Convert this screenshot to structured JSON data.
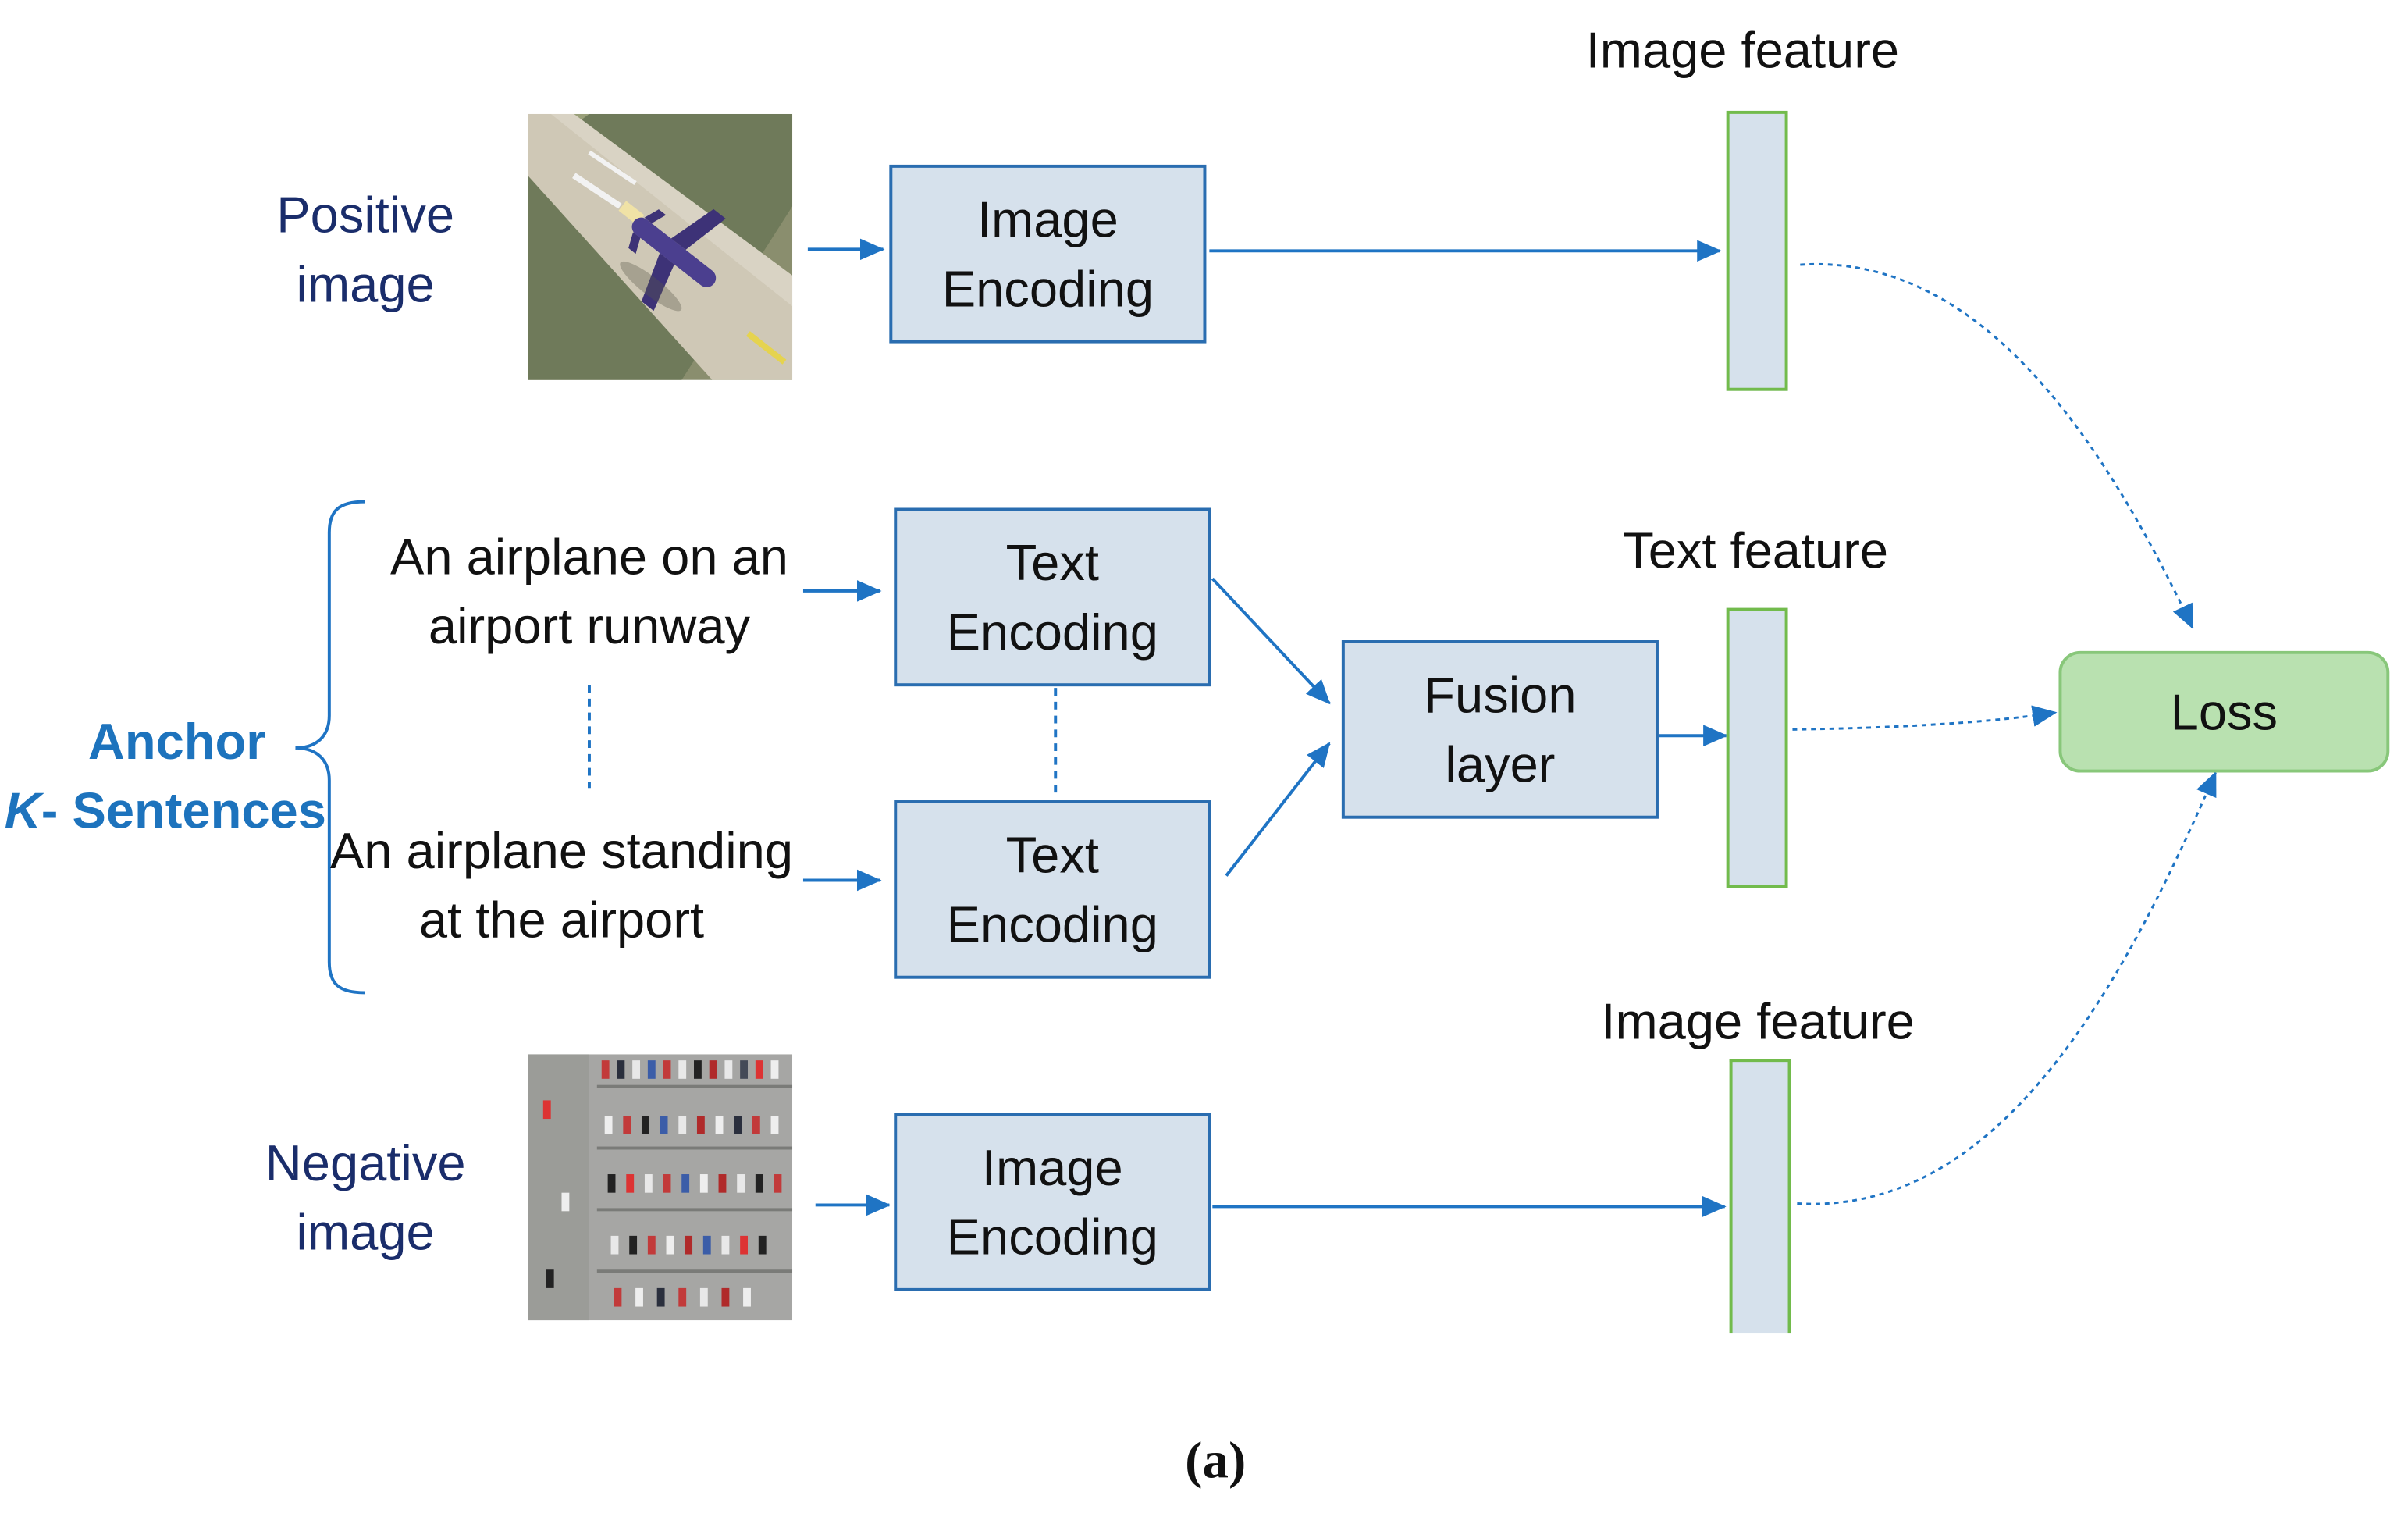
{
  "labels": {
    "positive_image": [
      "Positive",
      "image"
    ],
    "negative_image": [
      "Negative",
      "image"
    ],
    "anchor": "Anchor",
    "k_sentences_k": "K",
    "k_sentences_rest": "- Sentences",
    "sentence_1": [
      "An airplane on an",
      "airport runway"
    ],
    "sentence_2": [
      "An airplane standing",
      "at the airport"
    ],
    "image_feature_top": "Image feature",
    "text_feature": "Text feature",
    "image_feature_bottom": "Image feature",
    "caption": "(a)"
  },
  "boxes": {
    "image_encoding_top": [
      "Image",
      "Encoding"
    ],
    "text_encoding_1": [
      "Text",
      "Encoding"
    ],
    "text_encoding_2": [
      "Text",
      "Encoding"
    ],
    "fusion_layer": [
      "Fusion",
      "layer"
    ],
    "image_encoding_bottom": [
      "Image",
      "Encoding"
    ],
    "loss": "Loss"
  },
  "colors": {
    "arrow": "#1f74c4",
    "box_fill": "#d6e1ec",
    "box_border": "#2a6db0",
    "feature_border": "#72bb4c",
    "loss_fill": "#b9e1b0",
    "navy_text": "#1a2d6b",
    "anchor_text": "#1d73bd"
  },
  "icons": {
    "positive_photo": "airplane-on-runway-photo",
    "negative_photo": "parking-lot-photo"
  }
}
